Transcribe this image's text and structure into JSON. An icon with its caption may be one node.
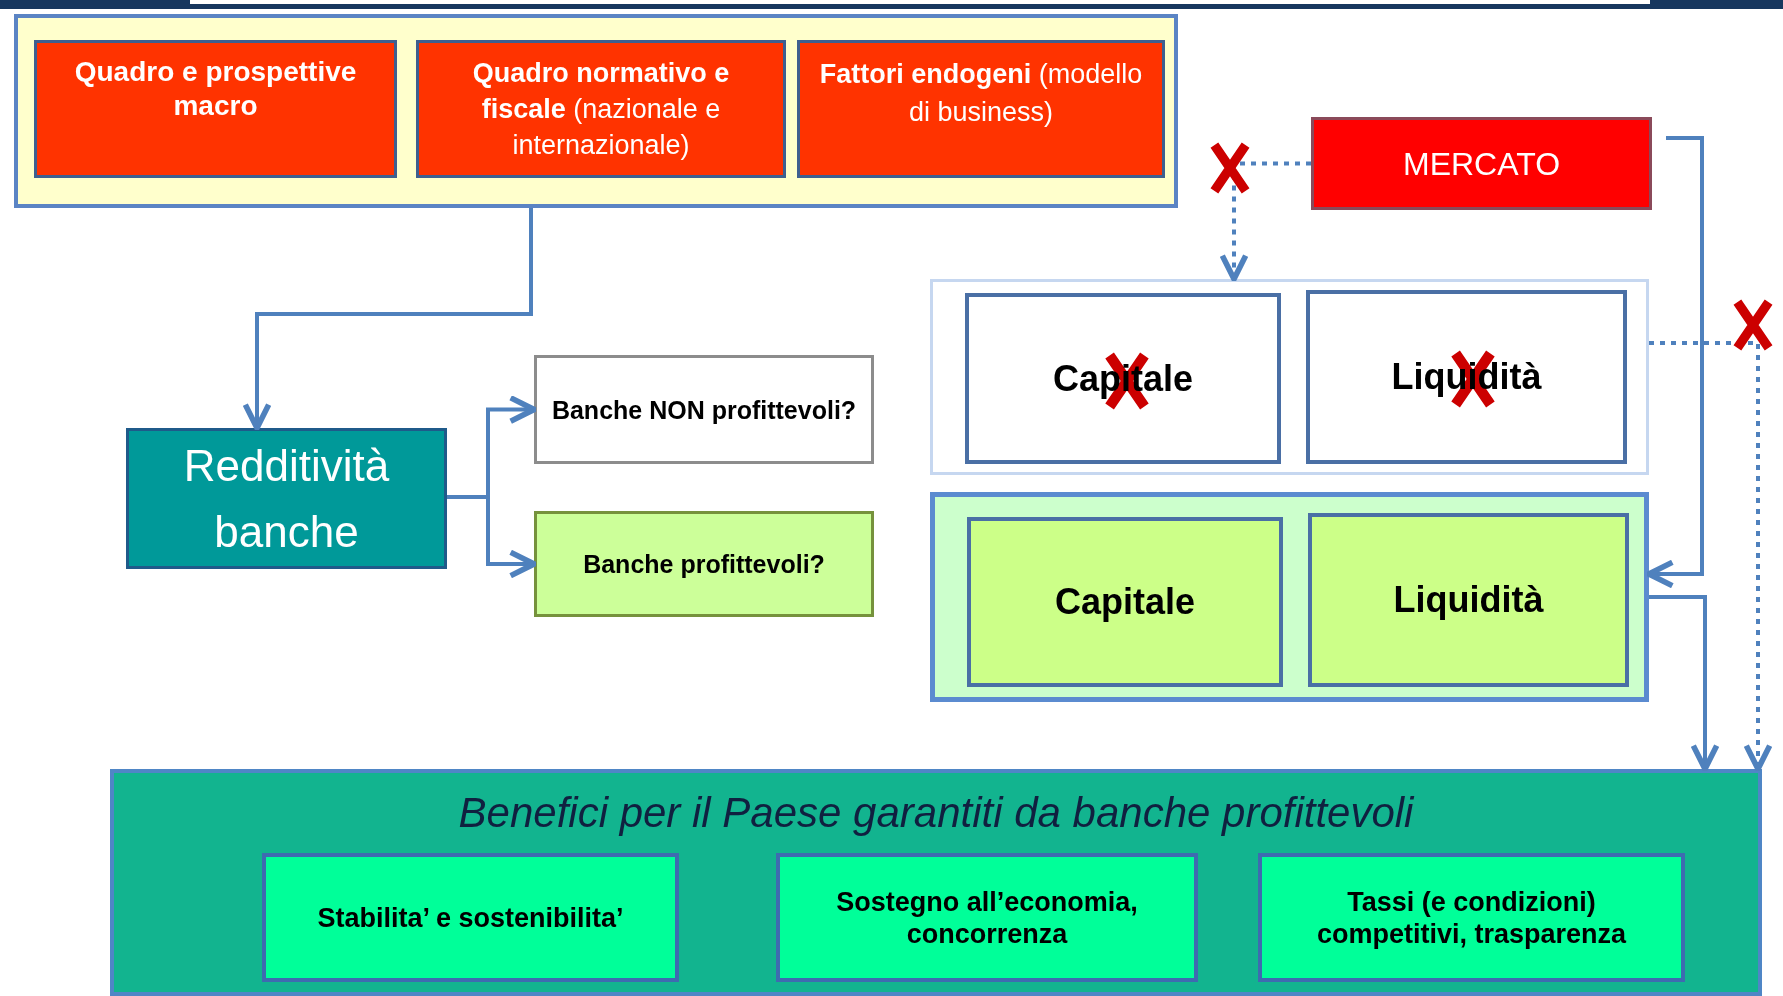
{
  "diagram": {
    "nodes": [
      {
        "text": [],
        "shape": "box"
      },
      {
        "text": [
          "Quadro e prospettive macro"
        ],
        "in": 0
      },
      {
        "text": [
          "**Quadro normativo e fiscale** (nazionale e internazionale)"
        ],
        "in": 0
      },
      {
        "text": [
          "**Fattori endogeni** (modello di business)"
        ],
        "in": 0
      },
      {
        "text": [
          "MERCATO"
        ]
      },
      {
        "text": [
          "Redditività banche"
        ]
      },
      {
        "text": [
          "Banche NON profittevoli?"
        ]
      },
      {
        "text": [
          "Banche profittevoli?"
        ]
      },
      {
        "text": [],
        "shape": "box"
      },
      {
        "text": [
          "Capitale"
        ],
        "in": 8
      },
      {
        "text": [
          "Liquidità"
        ],
        "in": 8
      },
      {
        "text": [],
        "shape": "box"
      },
      {
        "text": [
          "Capitale"
        ],
        "in": 11
      },
      {
        "text": [
          "Liquidità"
        ],
        "in": 11
      },
      {
        "text": [
          "Benefici per il Paese garantiti da banche profittevoli"
        ]
      },
      {
        "text": [
          "Stabilita’ e sostenibilita’"
        ],
        "in": 14
      },
      {
        "text": [
          "Sostegno all’economia, concorrenza"
        ],
        "in": 14
      },
      {
        "text": [
          "Tassi (e condizioni) competitivi, trasparenza"
        ],
        "in": 14
      }
    ],
    "edges": [
      {
        "from": 0,
        "to": 5,
        "arrow": "to"
      },
      {
        "from": 5,
        "to": 6,
        "arrow": "to"
      },
      {
        "from": 5,
        "to": 7,
        "arrow": "to"
      },
      {
        "from": 4,
        "to": 8,
        "arrow": "to",
        "style": "dashed"
      },
      {
        "from": 4,
        "to": 11,
        "arrow": "to"
      },
      {
        "from": 11,
        "to": 14,
        "arrow": "to"
      },
      {
        "from": 8,
        "to": 14,
        "arrow": "to",
        "style": "dashed"
      }
    ]
  }
}
